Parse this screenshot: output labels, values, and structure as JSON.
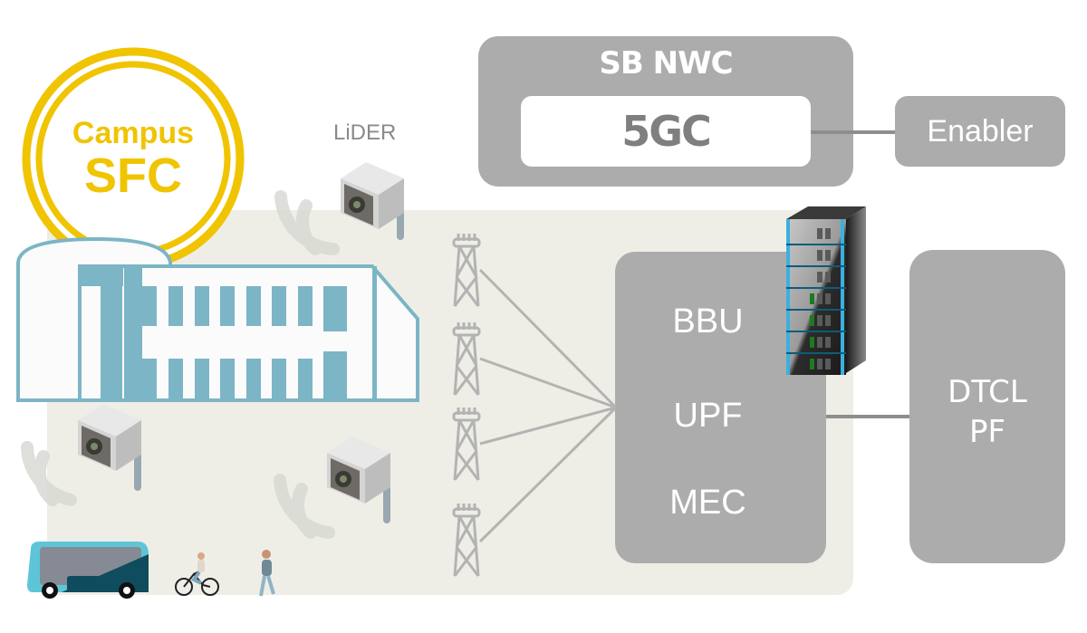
{
  "campus": {
    "badge_line1": "Campus",
    "badge_line2": "SFC",
    "badge_color": "#f0c400",
    "building_color": "#7cb5c5",
    "area_color": "#efeee6"
  },
  "sensors": {
    "label": "LiDER",
    "count": 3
  },
  "towers": {
    "count": 4
  },
  "network": {
    "sb_nwc_title": "SB NWC",
    "core_label": "5GC",
    "enabler_label": "Enabler",
    "edge_labels": [
      "BBU",
      "UPF",
      "MEC"
    ],
    "dtcl_label_line1": "DTCL",
    "dtcl_label_line2": "PF",
    "box_color": "#acacac",
    "line_color": "#8e8e8e"
  },
  "mobility": {
    "items": [
      "bus",
      "bicycle",
      "pedestrian"
    ]
  }
}
